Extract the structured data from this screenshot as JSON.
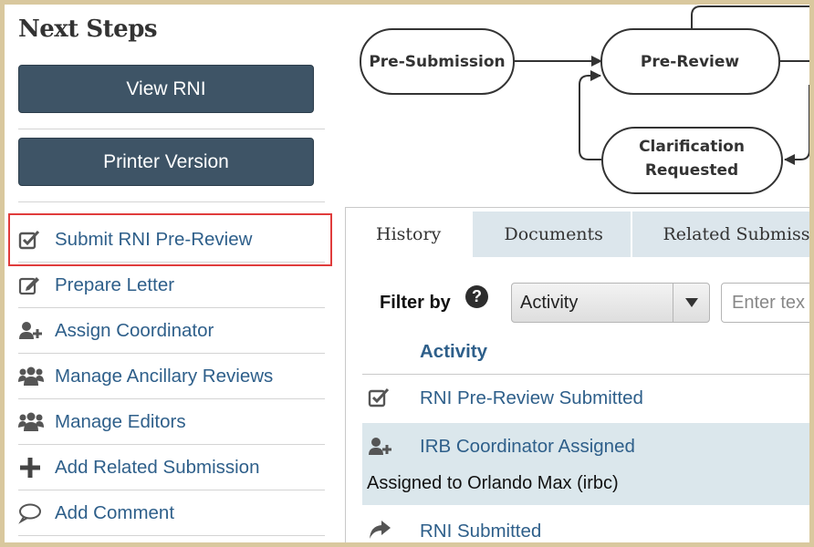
{
  "next_steps": {
    "title": "Next Steps",
    "view_button": "View RNI",
    "printer_button": "Printer Version",
    "items": [
      {
        "label": "Submit RNI Pre-Review",
        "icon": "checkbox-icon"
      },
      {
        "label": "Prepare Letter",
        "icon": "edit-icon"
      },
      {
        "label": "Assign Coordinator",
        "icon": "user-plus-icon"
      },
      {
        "label": "Manage Ancillary Reviews",
        "icon": "users-icon"
      },
      {
        "label": "Manage Editors",
        "icon": "users-icon"
      },
      {
        "label": "Add Related Submission",
        "icon": "plus-icon"
      },
      {
        "label": "Add Comment",
        "icon": "comment-icon"
      }
    ]
  },
  "workflow": {
    "states": [
      "Pre-Submission",
      "Pre-Review",
      "Clarification Requested"
    ],
    "clarification_line1": "Clarification",
    "clarification_line2": "Requested"
  },
  "history": {
    "tabs": [
      "History",
      "Documents",
      "Related Submiss"
    ],
    "active_tab": "History",
    "filter_label": "Filter by",
    "filter_select_value": "Activity",
    "filter_text_placeholder": "Enter tex",
    "column_header": "Activity",
    "rows": [
      {
        "title": "RNI Pre-Review Submitted",
        "icon": "checkbox-icon"
      },
      {
        "title": "IRB Coordinator Assigned",
        "subtitle": "Assigned to Orlando Max (irbc)",
        "icon": "user-plus-icon"
      },
      {
        "title": "RNI Submitted",
        "icon": "share-arrow-icon"
      }
    ]
  },
  "colors": {
    "button_bg": "#3e5466",
    "link": "#2e5f8a",
    "tab_bg": "#dce6ec",
    "highlight_row": "#dbe7ec",
    "selection_outline": "#e03c3c",
    "frame": "#d9c89e"
  }
}
